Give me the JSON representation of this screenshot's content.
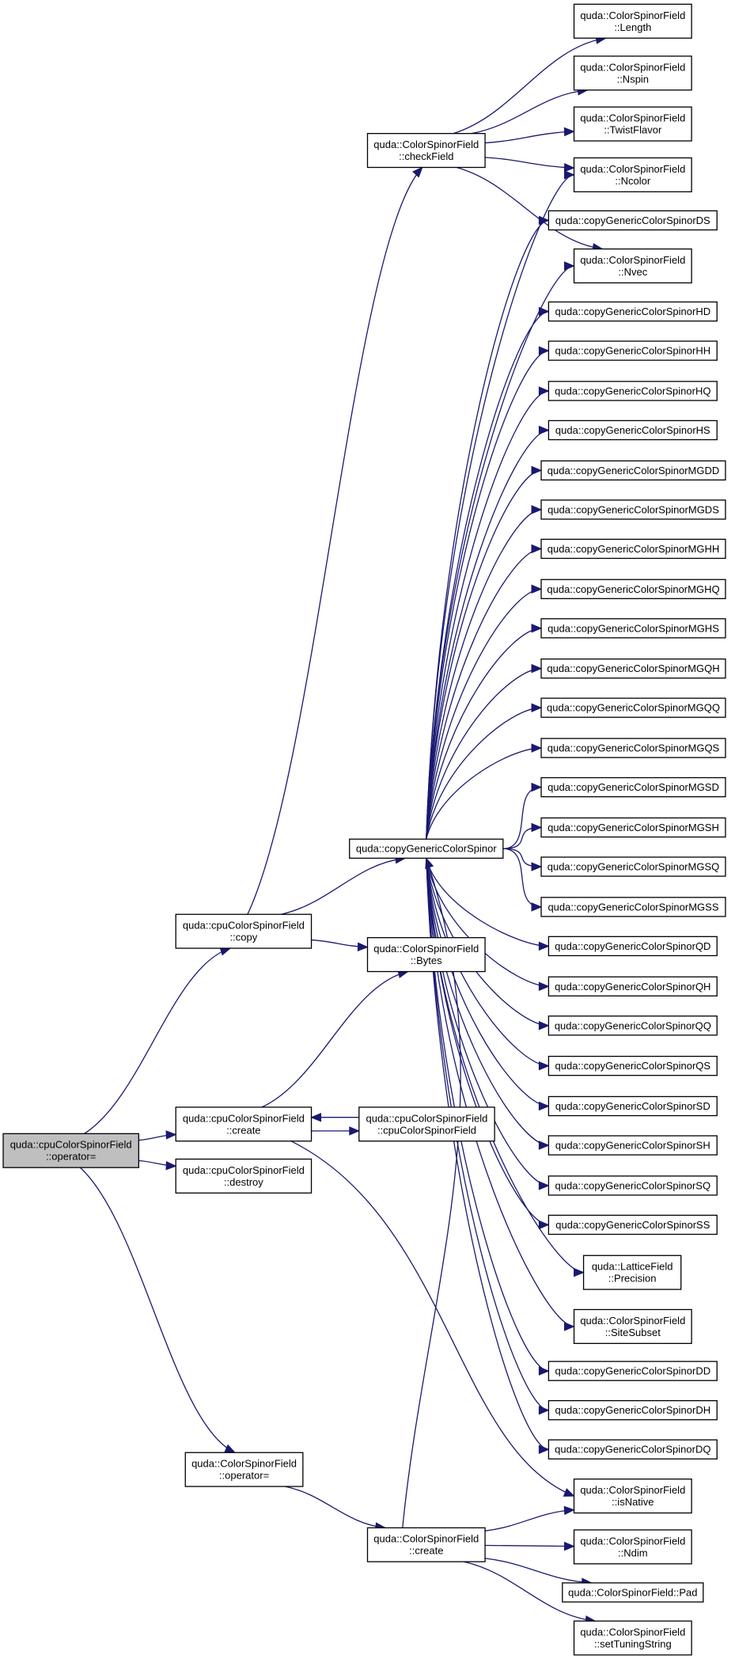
{
  "nodes": [
    {
      "id": "root",
      "lines": [
        "quda::cpuColorSpinorField",
        "::operator="
      ],
      "root": true
    },
    {
      "id": "cpu_copy",
      "lines": [
        "quda::cpuColorSpinorField",
        "::copy"
      ]
    },
    {
      "id": "cpu_create",
      "lines": [
        "quda::cpuColorSpinorField",
        "::create"
      ]
    },
    {
      "id": "cpu_destroy",
      "lines": [
        "quda::cpuColorSpinorField",
        "::destroy"
      ]
    },
    {
      "id": "csf_opeq",
      "lines": [
        "quda::ColorSpinorField",
        "::operator="
      ]
    },
    {
      "id": "checkField",
      "lines": [
        "quda::ColorSpinorField",
        "::checkField"
      ]
    },
    {
      "id": "copyGeneric",
      "lines": [
        "quda::copyGenericColorSpinor"
      ]
    },
    {
      "id": "bytes",
      "lines": [
        "quda::ColorSpinorField",
        "::Bytes"
      ]
    },
    {
      "id": "cpu_ctor",
      "lines": [
        "quda::cpuColorSpinorField",
        "::cpuColorSpinorField"
      ]
    },
    {
      "id": "csf_create",
      "lines": [
        "quda::ColorSpinorField",
        "::create"
      ]
    },
    {
      "id": "length",
      "lines": [
        "quda::ColorSpinorField",
        "::Length"
      ]
    },
    {
      "id": "nspin",
      "lines": [
        "quda::ColorSpinorField",
        "::Nspin"
      ]
    },
    {
      "id": "twist",
      "lines": [
        "quda::ColorSpinorField",
        "::TwistFlavor"
      ]
    },
    {
      "id": "ncolor",
      "lines": [
        "quda::ColorSpinorField",
        "::Ncolor"
      ]
    },
    {
      "id": "DS",
      "lines": [
        "quda::copyGenericColorSpinorDS"
      ]
    },
    {
      "id": "nvec",
      "lines": [
        "quda::ColorSpinorField",
        "::Nvec"
      ]
    },
    {
      "id": "HD",
      "lines": [
        "quda::copyGenericColorSpinorHD"
      ]
    },
    {
      "id": "HH",
      "lines": [
        "quda::copyGenericColorSpinorHH"
      ]
    },
    {
      "id": "HQ",
      "lines": [
        "quda::copyGenericColorSpinorHQ"
      ]
    },
    {
      "id": "HS",
      "lines": [
        "quda::copyGenericColorSpinorHS"
      ]
    },
    {
      "id": "MGDD",
      "lines": [
        "quda::copyGenericColorSpinorMGDD"
      ]
    },
    {
      "id": "MGDS",
      "lines": [
        "quda::copyGenericColorSpinorMGDS"
      ]
    },
    {
      "id": "MGHH",
      "lines": [
        "quda::copyGenericColorSpinorMGHH"
      ]
    },
    {
      "id": "MGHQ",
      "lines": [
        "quda::copyGenericColorSpinorMGHQ"
      ]
    },
    {
      "id": "MGHS",
      "lines": [
        "quda::copyGenericColorSpinorMGHS"
      ]
    },
    {
      "id": "MGQH",
      "lines": [
        "quda::copyGenericColorSpinorMGQH"
      ]
    },
    {
      "id": "MGQQ",
      "lines": [
        "quda::copyGenericColorSpinorMGQQ"
      ]
    },
    {
      "id": "MGQS",
      "lines": [
        "quda::copyGenericColorSpinorMGQS"
      ]
    },
    {
      "id": "MGSD",
      "lines": [
        "quda::copyGenericColorSpinorMGSD"
      ]
    },
    {
      "id": "MGSH",
      "lines": [
        "quda::copyGenericColorSpinorMGSH"
      ]
    },
    {
      "id": "MGSQ",
      "lines": [
        "quda::copyGenericColorSpinorMGSQ"
      ]
    },
    {
      "id": "MGSS",
      "lines": [
        "quda::copyGenericColorSpinorMGSS"
      ]
    },
    {
      "id": "QD",
      "lines": [
        "quda::copyGenericColorSpinorQD"
      ]
    },
    {
      "id": "QH",
      "lines": [
        "quda::copyGenericColorSpinorQH"
      ]
    },
    {
      "id": "QQ",
      "lines": [
        "quda::copyGenericColorSpinorQQ"
      ]
    },
    {
      "id": "QS",
      "lines": [
        "quda::copyGenericColorSpinorQS"
      ]
    },
    {
      "id": "SD",
      "lines": [
        "quda::copyGenericColorSpinorSD"
      ]
    },
    {
      "id": "SH",
      "lines": [
        "quda::copyGenericColorSpinorSH"
      ]
    },
    {
      "id": "SQ",
      "lines": [
        "quda::copyGenericColorSpinorSQ"
      ]
    },
    {
      "id": "SS",
      "lines": [
        "quda::copyGenericColorSpinorSS"
      ]
    },
    {
      "id": "precision",
      "lines": [
        "quda::LatticeField",
        "::Precision"
      ]
    },
    {
      "id": "siteSubset",
      "lines": [
        "quda::ColorSpinorField",
        "::SiteSubset"
      ]
    },
    {
      "id": "DD",
      "lines": [
        "quda::copyGenericColorSpinorDD"
      ]
    },
    {
      "id": "DH",
      "lines": [
        "quda::copyGenericColorSpinorDH"
      ]
    },
    {
      "id": "DQ",
      "lines": [
        "quda::copyGenericColorSpinorDQ"
      ]
    },
    {
      "id": "isNative",
      "lines": [
        "quda::ColorSpinorField",
        "::isNative"
      ]
    },
    {
      "id": "ndim",
      "lines": [
        "quda::ColorSpinorField",
        "::Ndim"
      ]
    },
    {
      "id": "pad",
      "lines": [
        "quda::ColorSpinorField::Pad"
      ]
    },
    {
      "id": "setTuning",
      "lines": [
        "quda::ColorSpinorField",
        "::setTuningString"
      ]
    }
  ],
  "edges": [
    [
      "root",
      "cpu_copy"
    ],
    [
      "root",
      "cpu_create"
    ],
    [
      "root",
      "cpu_destroy"
    ],
    [
      "root",
      "csf_opeq"
    ],
    [
      "cpu_copy",
      "checkField"
    ],
    [
      "cpu_copy",
      "copyGeneric"
    ],
    [
      "cpu_copy",
      "bytes"
    ],
    [
      "cpu_create",
      "bytes"
    ],
    [
      "cpu_create",
      "cpu_ctor"
    ],
    [
      "cpu_create",
      "isNative"
    ],
    [
      "cpu_ctor",
      "cpu_create"
    ],
    [
      "csf_opeq",
      "csf_create"
    ],
    [
      "checkField",
      "length"
    ],
    [
      "checkField",
      "nspin"
    ],
    [
      "checkField",
      "twist"
    ],
    [
      "checkField",
      "ncolor"
    ],
    [
      "checkField",
      "nvec"
    ],
    [
      "copyGeneric",
      "ncolor"
    ],
    [
      "copyGeneric",
      "DS"
    ],
    [
      "copyGeneric",
      "nvec"
    ],
    [
      "copyGeneric",
      "HD"
    ],
    [
      "copyGeneric",
      "HH"
    ],
    [
      "copyGeneric",
      "HQ"
    ],
    [
      "copyGeneric",
      "HS"
    ],
    [
      "copyGeneric",
      "MGDD"
    ],
    [
      "copyGeneric",
      "MGDS"
    ],
    [
      "copyGeneric",
      "MGHH"
    ],
    [
      "copyGeneric",
      "MGHQ"
    ],
    [
      "copyGeneric",
      "MGHS"
    ],
    [
      "copyGeneric",
      "MGQH"
    ],
    [
      "copyGeneric",
      "MGQQ"
    ],
    [
      "copyGeneric",
      "MGQS"
    ],
    [
      "copyGeneric",
      "MGSD"
    ],
    [
      "copyGeneric",
      "MGSH"
    ],
    [
      "copyGeneric",
      "MGSQ"
    ],
    [
      "copyGeneric",
      "MGSS"
    ],
    [
      "copyGeneric",
      "QD"
    ],
    [
      "copyGeneric",
      "QH"
    ],
    [
      "copyGeneric",
      "QQ"
    ],
    [
      "copyGeneric",
      "QS"
    ],
    [
      "copyGeneric",
      "SD"
    ],
    [
      "copyGeneric",
      "SH"
    ],
    [
      "copyGeneric",
      "SQ"
    ],
    [
      "copyGeneric",
      "SS"
    ],
    [
      "copyGeneric",
      "precision"
    ],
    [
      "copyGeneric",
      "siteSubset"
    ],
    [
      "copyGeneric",
      "DD"
    ],
    [
      "copyGeneric",
      "DH"
    ],
    [
      "copyGeneric",
      "DQ"
    ],
    [
      "csf_create",
      "copyGeneric"
    ],
    [
      "csf_create",
      "isNative"
    ],
    [
      "csf_create",
      "ndim"
    ],
    [
      "csf_create",
      "pad"
    ],
    [
      "csf_create",
      "setTuning"
    ]
  ],
  "colors": {
    "edge": "#191970",
    "root_fill": "#bfbfbf",
    "node_fill": "#ffffff",
    "border": "#000000"
  }
}
